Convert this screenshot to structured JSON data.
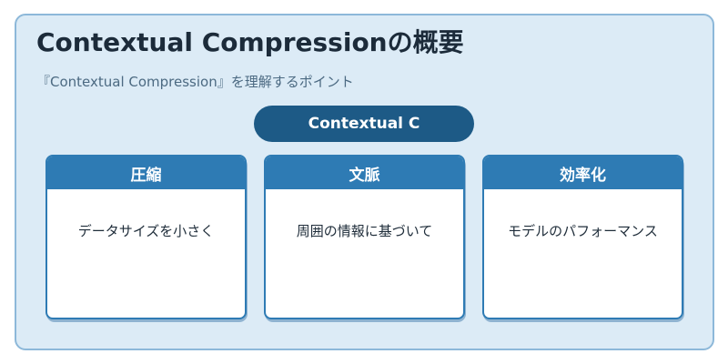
{
  "title": "Contextual Compressionの概要",
  "subtitle": "『Contextual Compression』を理解するポイント",
  "center_label": "Contextual C",
  "cards": [
    {
      "header": "圧縮",
      "body": "データサイズを小さく"
    },
    {
      "header": "文脈",
      "body": "周囲の情報に基づいて"
    },
    {
      "header": "効率化",
      "body": "モデルのパフォーマンス"
    }
  ],
  "colors": {
    "background": "#dcebf6",
    "frame_border": "#8db8d9",
    "pill": "#1d5a86",
    "card_header": "#2e7bb4",
    "title_text": "#1c2b3a"
  }
}
